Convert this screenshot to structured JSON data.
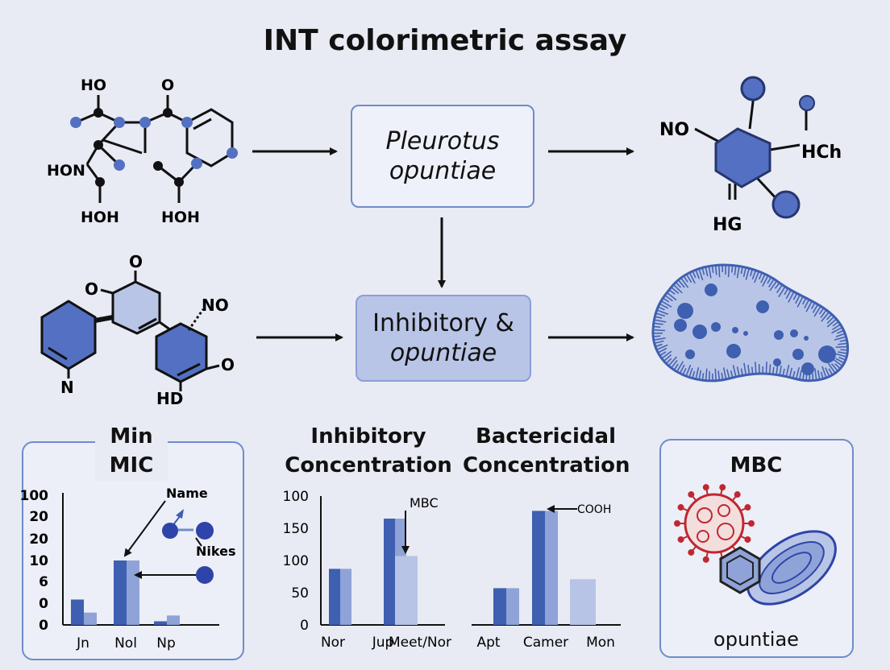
{
  "title": "INT colorimetric assay",
  "box_top": {
    "line1": "Pleurotus",
    "line2": "opuntiae"
  },
  "box_mid": {
    "line1": "Inhibitory &",
    "line2": "opuntiae"
  },
  "mol1": {
    "labels": [
      "HO",
      "O",
      "HON",
      "HOH",
      "HOH"
    ]
  },
  "mol2": {
    "labels": [
      "NO",
      "HCh",
      "HG"
    ]
  },
  "mol3": {
    "labels": [
      "O",
      "O",
      "NO",
      "O",
      "N",
      "HD"
    ]
  },
  "panel_labels": {
    "min": "Min",
    "mic": "MIC",
    "inhibitory": "Inhibitory",
    "concentration1": "Concentration",
    "bactericidal": "Bactericidal",
    "concentration2": "Concentration",
    "mbc": "MBC",
    "mbc_caption": "opuntiae"
  },
  "colors": {
    "accent": "#3f5fb0",
    "light": "#8fa3d8",
    "pale": "#b8c4e6",
    "red": "#c0282f"
  },
  "chart_data": [
    {
      "type": "bar",
      "categories": [
        "Jn",
        "Nol",
        "Np"
      ],
      "yticks": [
        "100",
        "20",
        "20",
        "10",
        "6",
        "0",
        "0"
      ],
      "series": [
        {
          "values": [
            3.5,
            10,
            0.5
          ]
        },
        {
          "values": [
            1.7,
            10,
            1.3
          ]
        }
      ],
      "annotations": [
        "Name",
        "Nikes"
      ]
    },
    {
      "type": "bar",
      "categories": [
        "Nor",
        "Jup",
        "Meet/Nor"
      ],
      "yticks": [
        "100",
        "150",
        "100",
        "50",
        "0"
      ],
      "ylim": [
        0,
        200
      ],
      "series": [
        {
          "values": [
            87,
            165,
            107
          ]
        }
      ],
      "annotations": [
        "MBC"
      ]
    },
    {
      "type": "bar",
      "categories": [
        "Apt",
        "Camer",
        "Mon"
      ],
      "ylim": [
        0,
        200
      ],
      "series": [
        {
          "values": [
            57,
            177,
            71
          ]
        }
      ],
      "annotations": [
        "COOH"
      ]
    }
  ]
}
